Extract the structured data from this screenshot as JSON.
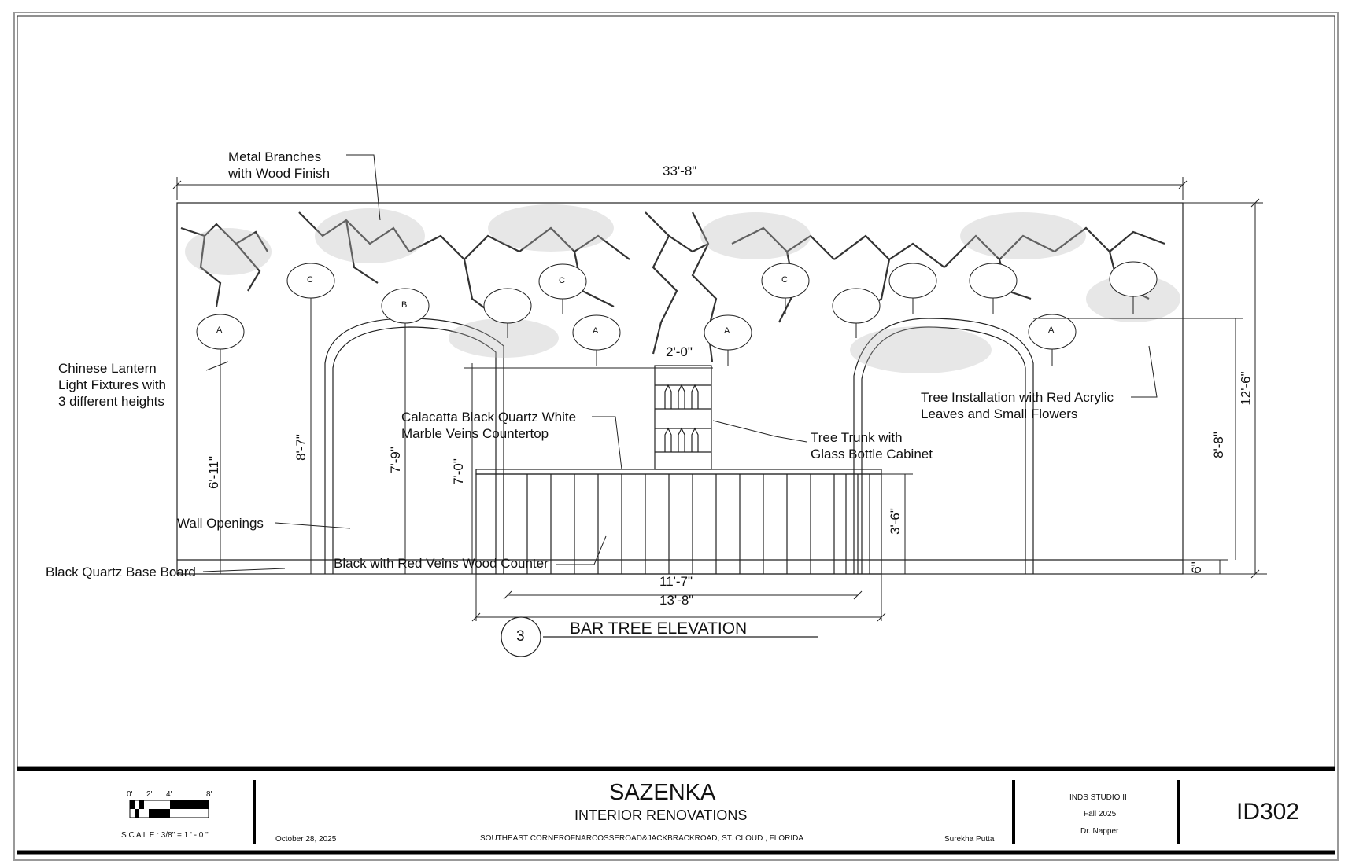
{
  "drawing": {
    "title": "BAR TREE ELEVATION",
    "callout_number": "3",
    "overall_width": "33'-8\"",
    "dimensions": {
      "trunk_width": "2'-0\"",
      "total_height": "12'-6\"",
      "opening_height_right": "8'-8\"",
      "baseboard": "6\"",
      "lantern_a_height": "6'-11\"",
      "lantern_c_height": "8'-7\"",
      "lantern_b_height": "7'-9\"",
      "opening_left_height": "7'-0\"",
      "counter_height": "3'-6\"",
      "counter_inner_width": "11'-7\"",
      "counter_outer_width": "13'-8\""
    },
    "lantern_letters": {
      "a": "A",
      "b": "B",
      "c": "C"
    },
    "notes": {
      "metal_branches": "Metal Branches\nwith Wood Finish",
      "chinese_lantern": "Chinese Lantern\nLight Fixtures with\n3 different heights",
      "calacatta": "Calacatta Black Quartz White\nMarble Veins Countertop",
      "tree_trunk": "Tree Trunk with\nGlass Bottle Cabinet",
      "tree_installation": "Tree Installation with Red Acrylic\nLeaves and Small Flowers",
      "wall_openings": "Wall Openings",
      "base_board": "Black Quartz Base Board",
      "wood_counter": "Black with Red Veins Wood Counter"
    }
  },
  "title_block": {
    "scale_ticks": [
      "0'",
      "2'",
      "4'",
      "8'"
    ],
    "scale_label": "S C A L E : 3/8\" = 1 ' - 0 \"",
    "date": "October 28, 2025",
    "project_name": "SAZENKA",
    "project_subtitle": "INTERIOR RENOVATIONS",
    "address": "SOUTHEAST CORNEROFNARCOSSEROAD&JACKBRACKROAD, ST. CLOUD , FLORIDA",
    "designer": "Surekha Putta",
    "course": "INDS STUDIO II",
    "term": "Fall 2025",
    "instructor": "Dr. Napper",
    "sheet_number": "ID302"
  }
}
